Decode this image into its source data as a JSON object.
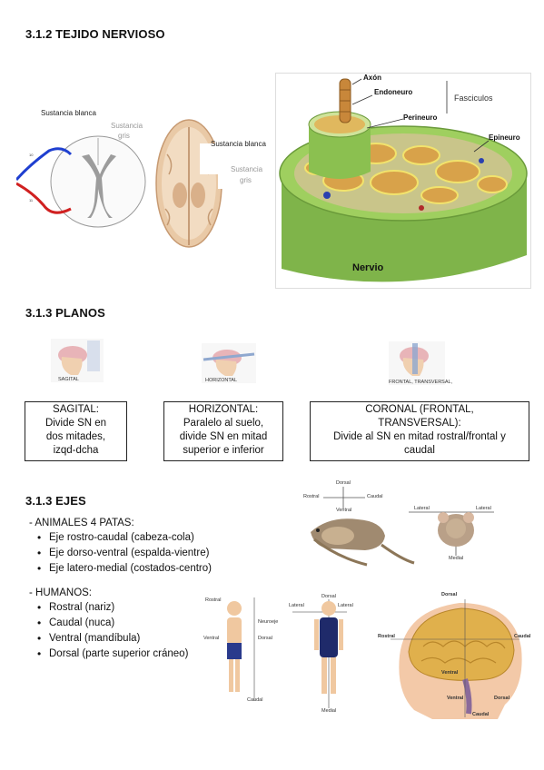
{
  "sections": {
    "s1": "3.1.2 TEJIDO NERVIOSO",
    "s2": "3.1.3 PLANOS",
    "s3": "3.1.3 EJES"
  },
  "fig_spinal": {
    "blanca": "Sustancia blanca",
    "gris_1": "Sustancia",
    "gris_2": "gris"
  },
  "fig_brain": {
    "blanca": "Sustancia blanca",
    "gris_1": "Sustancia",
    "gris_2": "gris"
  },
  "fig_nerve": {
    "axon": "Axón",
    "endoneuro": "Endoneuro",
    "fasciculos": "Fasciculos",
    "perineuro": "Perineuro",
    "epineuro": "Epineuro",
    "nervio": "Nervio"
  },
  "planes": [
    {
      "caption": "SAGITAL",
      "lines": [
        "SAGITAL:",
        "Divide SN en",
        "dos mitades,",
        "izqd-dcha"
      ]
    },
    {
      "caption": "HORIZONTAL",
      "lines": [
        "HORIZONTAL:",
        "Paralelo al suelo,",
        "divide SN en mitad",
        "superior e inferior"
      ]
    },
    {
      "caption": "FRONTAL, TRANSVERSAL,",
      "lines": [
        "CORONAL (FRONTAL,",
        "TRANSVERSAL):",
        "Divide al SN en mitad rostral/frontal y",
        "caudal"
      ]
    }
  ],
  "ejes": {
    "animales_title": "- ANIMALES 4 PATAS:",
    "animales": [
      "Eje rostro-caudal (cabeza-cola)",
      "Eje dorso-ventral (espalda-vientre)",
      "Eje latero-medial (costados-centro)"
    ],
    "humanos_title": "- HUMANOS:",
    "humanos": [
      "Rostral (nariz)",
      "Caudal (nuca)",
      "Ventral (mandíbula)",
      "Dorsal (parte superior cráneo)"
    ]
  },
  "fig_rat": {
    "dorsal": "Dorsal",
    "rostral": "Rostral",
    "caudal": "Caudal",
    "ventral": "Ventral",
    "lateral_l": "Lateral",
    "lateral_r": "Lateral",
    "medial": "Medial"
  },
  "fig_human": {
    "rostral": "Rostral",
    "neuroeje": "Neuroeje",
    "ventral": "Ventral",
    "dorsal": "Dorsal",
    "caudal": "Caudal",
    "front_dorsal": "Dorsal",
    "lateral_l": "Lateral",
    "lateral_r": "Lateral",
    "medial": "Medial"
  },
  "fig_head": {
    "dorsal": "Dorsal",
    "rostral": "Rostral",
    "caudal": "Caudal",
    "ventral": "Ventral",
    "ventral2": "Ventral",
    "dorsal2": "Dorsal",
    "caudal2": "Caudal"
  }
}
